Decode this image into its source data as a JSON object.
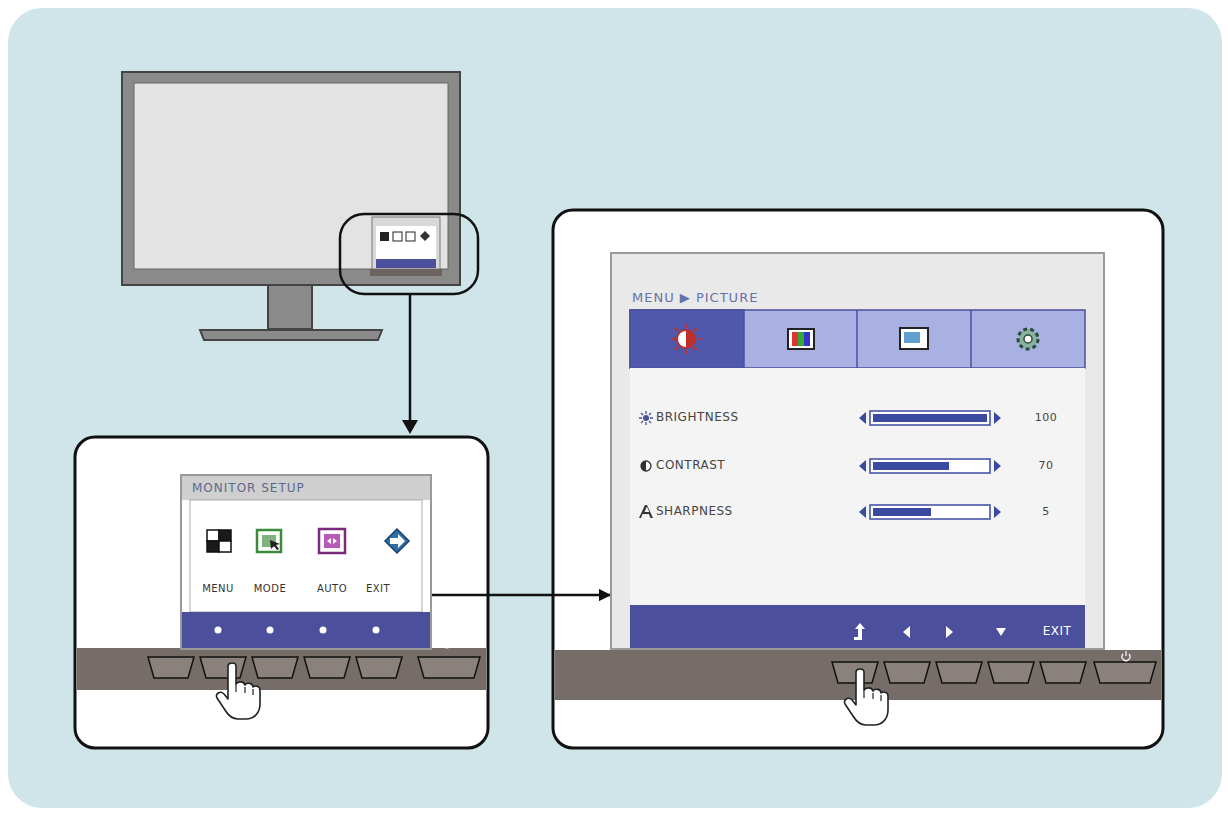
{
  "diagram": {
    "nodes": [
      {
        "text": [
          "MONITOR SETUP"
        ]
      },
      {
        "text": [
          "MENU ▶ PICTURE"
        ]
      }
    ],
    "edges": [
      {
        "from": 0,
        "to": 1,
        "arrow": "to"
      }
    ],
    "labels": [
      "MENU",
      "MODE",
      "AUTO",
      "EXIT",
      "BRIGHTNESS",
      "100",
      "CONTRAST",
      "70",
      "SHARPNESS",
      "5",
      "EXIT"
    ]
  }
}
